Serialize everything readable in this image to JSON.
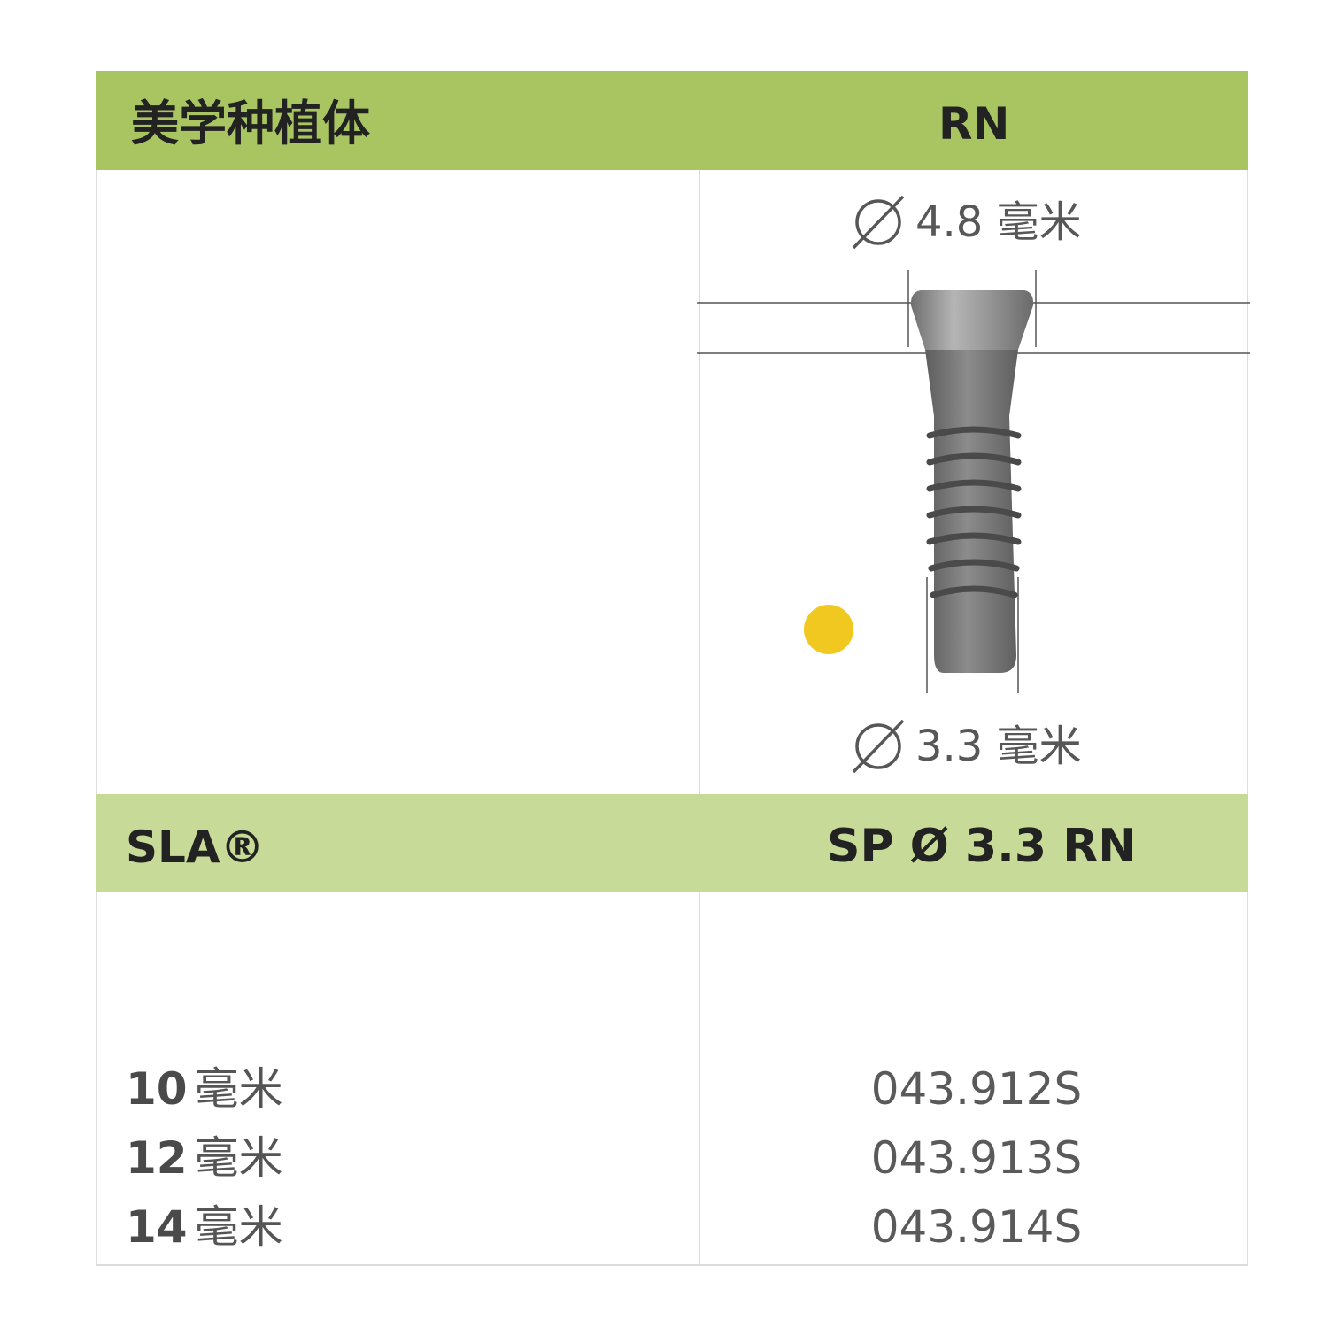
{
  "colors": {
    "header_green": "#a8c561",
    "subheader_green": "#c7da97",
    "marker_yellow": "#f1c81f",
    "implant_grey": "#7a7a7a"
  },
  "header": {
    "left_title": "美学种植体",
    "right_title": "RN"
  },
  "figure": {
    "top_diameter_label": "4.8 毫米",
    "bottom_diameter_label": "3.3 毫米",
    "diameter_symbol": "diameter-icon",
    "marker": "yellow-dot"
  },
  "subheader": {
    "surface": "SLA®",
    "product": "SP Ø 3.3 RN"
  },
  "rows": [
    {
      "length": "10",
      "unit": "毫米",
      "code": "043.912S"
    },
    {
      "length": "12",
      "unit": "毫米",
      "code": "043.913S"
    },
    {
      "length": "14",
      "unit": "毫米",
      "code": "043.914S"
    }
  ]
}
